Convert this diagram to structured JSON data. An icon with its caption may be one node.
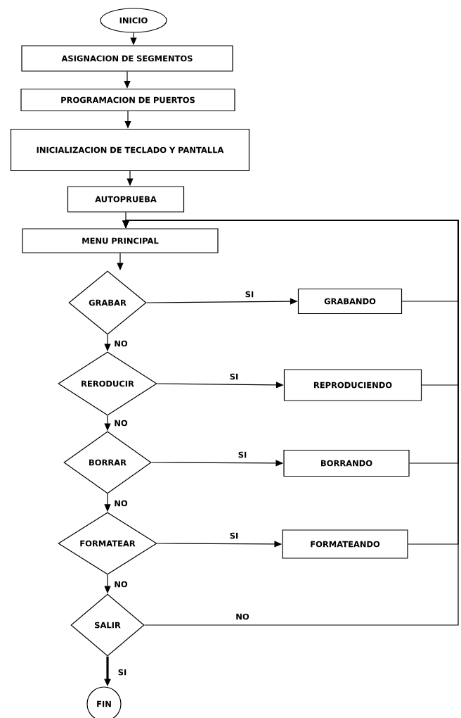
{
  "diagram": {
    "nodes": [
      {
        "text": [
          "INICIO"
        ]
      },
      {
        "text": [
          "ASIGNACION DE SEGMENTOS"
        ]
      },
      {
        "text": [
          "PROGRAMACION DE PUERTOS"
        ]
      },
      {
        "text": [
          "INICIALIZACION DE TECLADO Y PANTALLA"
        ]
      },
      {
        "text": [
          "AUTOPRUEBA"
        ]
      },
      {
        "text": [
          "MENU PRINCIPAL"
        ]
      },
      {
        "text": [
          "GRABAR"
        ]
      },
      {
        "text": [
          "GRABANDO"
        ]
      },
      {
        "text": [
          "RERODUCIR"
        ]
      },
      {
        "text": [
          "REPRODUCIENDO"
        ]
      },
      {
        "text": [
          "BORRAR"
        ]
      },
      {
        "text": [
          "BORRANDO"
        ]
      },
      {
        "text": [
          "FORMATEAR"
        ]
      },
      {
        "text": [
          "FORMATEANDO"
        ]
      },
      {
        "text": [
          "SALIR"
        ]
      },
      {
        "text": [
          "FIN"
        ]
      }
    ],
    "edges": [
      {
        "from": 0,
        "to": 1,
        "arrow": "to"
      },
      {
        "from": 1,
        "to": 2,
        "arrow": "to"
      },
      {
        "from": 2,
        "to": 3,
        "arrow": "to"
      },
      {
        "from": 3,
        "to": 4,
        "arrow": "to"
      },
      {
        "from": 4,
        "to": 5,
        "arrow": "to"
      },
      {
        "from": 5,
        "to": 6,
        "arrow": "to"
      },
      {
        "from": 6,
        "to": 7,
        "arrow": "to",
        "label": "SI"
      },
      {
        "from": 6,
        "to": 8,
        "arrow": "to",
        "label": "NO"
      },
      {
        "from": 8,
        "to": 9,
        "arrow": "to",
        "label": "SI"
      },
      {
        "from": 8,
        "to": 10,
        "arrow": "to",
        "label": "NO"
      },
      {
        "from": 10,
        "to": 11,
        "arrow": "to",
        "label": "SI"
      },
      {
        "from": 10,
        "to": 12,
        "arrow": "to",
        "label": "NO"
      },
      {
        "from": 12,
        "to": 13,
        "arrow": "to",
        "label": "SI"
      },
      {
        "from": 12,
        "to": 14,
        "arrow": "to",
        "label": "NO"
      },
      {
        "from": 14,
        "to": 15,
        "arrow": "to",
        "label": "SI",
        "style": "thick"
      },
      {
        "from": 7,
        "to": 5,
        "arrow": "to"
      },
      {
        "from": 9,
        "to": 5,
        "arrow": "to"
      },
      {
        "from": 11,
        "to": 5,
        "arrow": "to"
      },
      {
        "from": 13,
        "to": 5,
        "arrow": "to"
      },
      {
        "from": 14,
        "to": 5,
        "arrow": "to",
        "label": "NO"
      }
    ]
  }
}
